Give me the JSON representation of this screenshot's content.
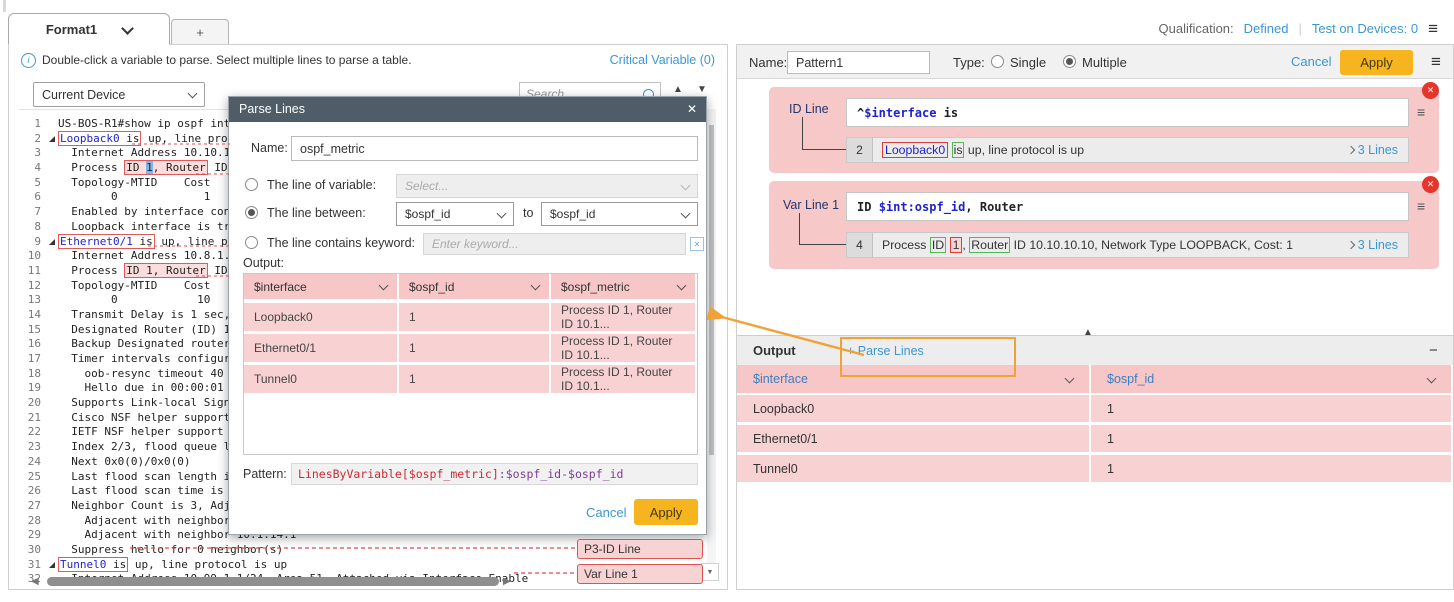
{
  "topbar": {
    "tab_label": "Format1",
    "new_tab_label": "+",
    "qualification_label": "Qualification:",
    "qualification_value": "Defined",
    "test_on_devices": "Test on Devices: 0"
  },
  "left_panel": {
    "hint": "Double-click a variable to parse. Select multiple lines to parse a table.",
    "critical_variable": "Critical Variable (0)",
    "device_selector_value": "Current Device",
    "search_placeholder": "Search...",
    "code_lines": [
      {
        "n": 1,
        "seg": [
          {
            "t": "US-BOS-R1#show ip ospf interface"
          }
        ]
      },
      {
        "n": 2,
        "exp": true,
        "seg": [
          {
            "box": "r",
            "seg": [
              {
                "t": "Loopback0",
                "c": "v"
              },
              {
                "t": " is"
              }
            ]
          },
          {
            "t": " up, line protocol is up"
          }
        ]
      },
      {
        "n": 3,
        "seg": [
          {
            "t": "  Internet Address 10.10.10.10/32, Area 0"
          }
        ]
      },
      {
        "n": 4,
        "seg": [
          {
            "t": "  Process "
          },
          {
            "box": "rp",
            "seg": [
              {
                "t": "ID "
              },
              {
                "t": "1",
                "c": "sel"
              },
              {
                "t": ", Router"
              }
            ]
          },
          {
            "t": " ID 10.10.10.10, Network Type LOOPBACK, Cost: 1"
          }
        ]
      },
      {
        "n": 5,
        "seg": [
          {
            "t": "  Topology-MTID    Cost    Disabled    Shutdown    Topology Name"
          }
        ]
      },
      {
        "n": 6,
        "seg": [
          {
            "t": "        0             1       no          no          Base"
          }
        ]
      },
      {
        "n": 7,
        "seg": [
          {
            "t": "  Enabled by interface config, including secondary ip addresses"
          }
        ]
      },
      {
        "n": 8,
        "seg": [
          {
            "t": "  Loopback interface is treated as a stub Host"
          }
        ]
      },
      {
        "n": 9,
        "exp": true,
        "seg": [
          {
            "box": "r",
            "seg": [
              {
                "t": "Ethernet0/1",
                "c": "v"
              },
              {
                "t": " is"
              }
            ]
          },
          {
            "t": " up, line protocol is up"
          }
        ]
      },
      {
        "n": 10,
        "seg": [
          {
            "t": "  Internet Address 10.8.1.51/24, Area 0"
          }
        ]
      },
      {
        "n": 11,
        "seg": [
          {
            "t": "  Process "
          },
          {
            "box": "rp",
            "seg": [
              {
                "t": "ID 1, Router"
              }
            ]
          },
          {
            "t": " ID 10.10.10.10, Network Type BROADCAST, Cost: 10"
          }
        ]
      },
      {
        "n": 12,
        "seg": [
          {
            "t": "  Topology-MTID    Cost    Disabled    Shutdown    Topology Name"
          }
        ]
      },
      {
        "n": 13,
        "seg": [
          {
            "t": "        0            10       no          no          Base"
          }
        ]
      },
      {
        "n": 14,
        "seg": [
          {
            "t": "  Transmit Delay is 1 sec, State BDR, Priority 1"
          }
        ]
      },
      {
        "n": 15,
        "seg": [
          {
            "t": "  Designated Router (ID) 10.1.13.1, Interface address 10.8.1.53"
          }
        ]
      },
      {
        "n": 16,
        "seg": [
          {
            "t": "  Backup Designated router (ID) 10.10.10.10, Interface address 10.8.1.51"
          }
        ]
      },
      {
        "n": 17,
        "seg": [
          {
            "t": "  Timer intervals configured, Hello 10, Dead 40, Wait 40, Retransmit 5"
          }
        ]
      },
      {
        "n": 18,
        "seg": [
          {
            "t": "    oob-resync timeout 40"
          }
        ]
      },
      {
        "n": 19,
        "seg": [
          {
            "t": "    Hello due in 00:00:01"
          }
        ]
      },
      {
        "n": 20,
        "seg": [
          {
            "t": "  Supports Link-local Signaling (LLS)"
          }
        ]
      },
      {
        "n": 21,
        "seg": [
          {
            "t": "  Cisco NSF helper support enabled"
          }
        ]
      },
      {
        "n": 22,
        "seg": [
          {
            "t": "  IETF NSF helper support enabled"
          }
        ]
      },
      {
        "n": 23,
        "seg": [
          {
            "t": "  Index 2/3, flood queue length 0"
          }
        ]
      },
      {
        "n": 24,
        "seg": [
          {
            "t": "  Next 0x0(0)/0x0(0)"
          }
        ]
      },
      {
        "n": 25,
        "seg": [
          {
            "t": "  Last flood scan length is 1, maximum is 1"
          }
        ]
      },
      {
        "n": 26,
        "seg": [
          {
            "t": "  Last flood scan time is 0 msec, maximum is 0 msec"
          }
        ]
      },
      {
        "n": 27,
        "seg": [
          {
            "t": "  Neighbor Count is 3, Adjacent neighbor count is 1"
          }
        ]
      },
      {
        "n": 28,
        "seg": [
          {
            "t": "    Adjacent with neighbor 10.1.13.1  (Designated Router)"
          }
        ]
      },
      {
        "n": 29,
        "seg": [
          {
            "t": "    Adjacent with neighbor 10.1.14.1"
          }
        ]
      },
      {
        "n": 30,
        "seg": [
          {
            "t": "  Suppress hello for 0 neighbor(s)"
          }
        ]
      },
      {
        "n": 31,
        "exp": true,
        "seg": [
          {
            "box": "r",
            "seg": [
              {
                "t": "Tunnel0",
                "c": "v"
              },
              {
                "t": " is"
              }
            ]
          },
          {
            "t": " up, line protocol is up"
          }
        ]
      },
      {
        "n": 32,
        "seg": [
          {
            "t": "  Internet Address 10.99.1.1/24, Area 51, Attached via Interface Enable"
          }
        ]
      },
      {
        "n": 33,
        "seg": [
          {
            "t": ""
          }
        ]
      }
    ]
  },
  "dialog": {
    "title": "Parse Lines",
    "name_label": "Name:",
    "name_value": "ospf_metric",
    "option_line_of_variable": "The line of variable:",
    "line_of_variable_placeholder": "Select...",
    "option_line_between": "The line between:",
    "between_from": "$ospf_id",
    "to_label": "to",
    "between_to": "$ospf_id",
    "option_line_contains": "The line contains keyword:",
    "keyword_placeholder": "Enter keyword...",
    "output_label": "Output:",
    "table": {
      "headers": [
        "$interface",
        "$ospf_id",
        "$ospf_metric"
      ],
      "rows": [
        [
          "Loopback0",
          "1",
          "Process ID 1, Router ID 10.1..."
        ],
        [
          "Ethernet0/1",
          "1",
          "Process ID 1, Router ID 10.1..."
        ],
        [
          "Tunnel0",
          "1",
          "Process ID 1, Router ID 10.1..."
        ]
      ]
    },
    "pattern_label": "Pattern:",
    "pattern": [
      {
        "t": "LinesByVariable[$ospf_metric]",
        "c": "red"
      },
      {
        "t": ":$ospf_id-$ospf_id",
        "c": "purple"
      }
    ],
    "cancel": "Cancel",
    "apply": "Apply"
  },
  "right_panel": {
    "name_label": "Name:",
    "name_value": "Pattern1",
    "type_label": "Type:",
    "type_single": "Single",
    "type_multiple": "Multiple",
    "cancel": "Cancel",
    "apply": "Apply",
    "id_line": {
      "label": "ID Line",
      "pattern_seg": [
        {
          "t": "^"
        },
        {
          "t": "$interface",
          "c": "v"
        },
        {
          "t": " is"
        }
      ],
      "row_num": "2",
      "row_seg": [
        {
          "t": "Loopback0",
          "c": "v rb"
        },
        {
          "t": " "
        },
        {
          "t": "is",
          "c": "gb"
        },
        {
          "t": " up, line protocol is up"
        }
      ],
      "lines_link": "3 Lines"
    },
    "var_line": {
      "label": "Var Line 1",
      "pattern_seg": [
        {
          "t": "ID "
        },
        {
          "t": "$int:ospf_id",
          "c": "v"
        },
        {
          "t": ", Router"
        }
      ],
      "row_num": "4",
      "row_seg": [
        {
          "t": "Process "
        },
        {
          "t": "ID",
          "c": "gb"
        },
        {
          "t": " "
        },
        {
          "t": "1",
          "c": "rb pk"
        },
        {
          "t": ", "
        },
        {
          "t": "Router",
          "c": "gb"
        },
        {
          "t": " ID 10.10.10.10, Network Type LOOPBACK, Cost: 1"
        }
      ],
      "lines_link": "3 Lines"
    },
    "output": {
      "title": "Output",
      "parse_lines_link": "+ Parse Lines",
      "headers": [
        "$interface",
        "$ospf_id"
      ],
      "rows": [
        [
          "Loopback0",
          "1"
        ],
        [
          "Ethernet0/1",
          "1"
        ],
        [
          "Tunnel0",
          "1"
        ]
      ]
    }
  },
  "annotations": {
    "p3_id_line": "P3-ID Line",
    "var_line_1": "Var Line 1"
  },
  "colors": {
    "accent_blue": "#3b97d3",
    "apply_yellow": "#f6b51e",
    "pink_block": "#f7c8c8",
    "pink_row": "#f8d2d2",
    "annotation_orange": "#f0a236",
    "dialog_header": "#4e5d68",
    "red_marker": "#e05a5a",
    "green_marker": "#57b657"
  }
}
